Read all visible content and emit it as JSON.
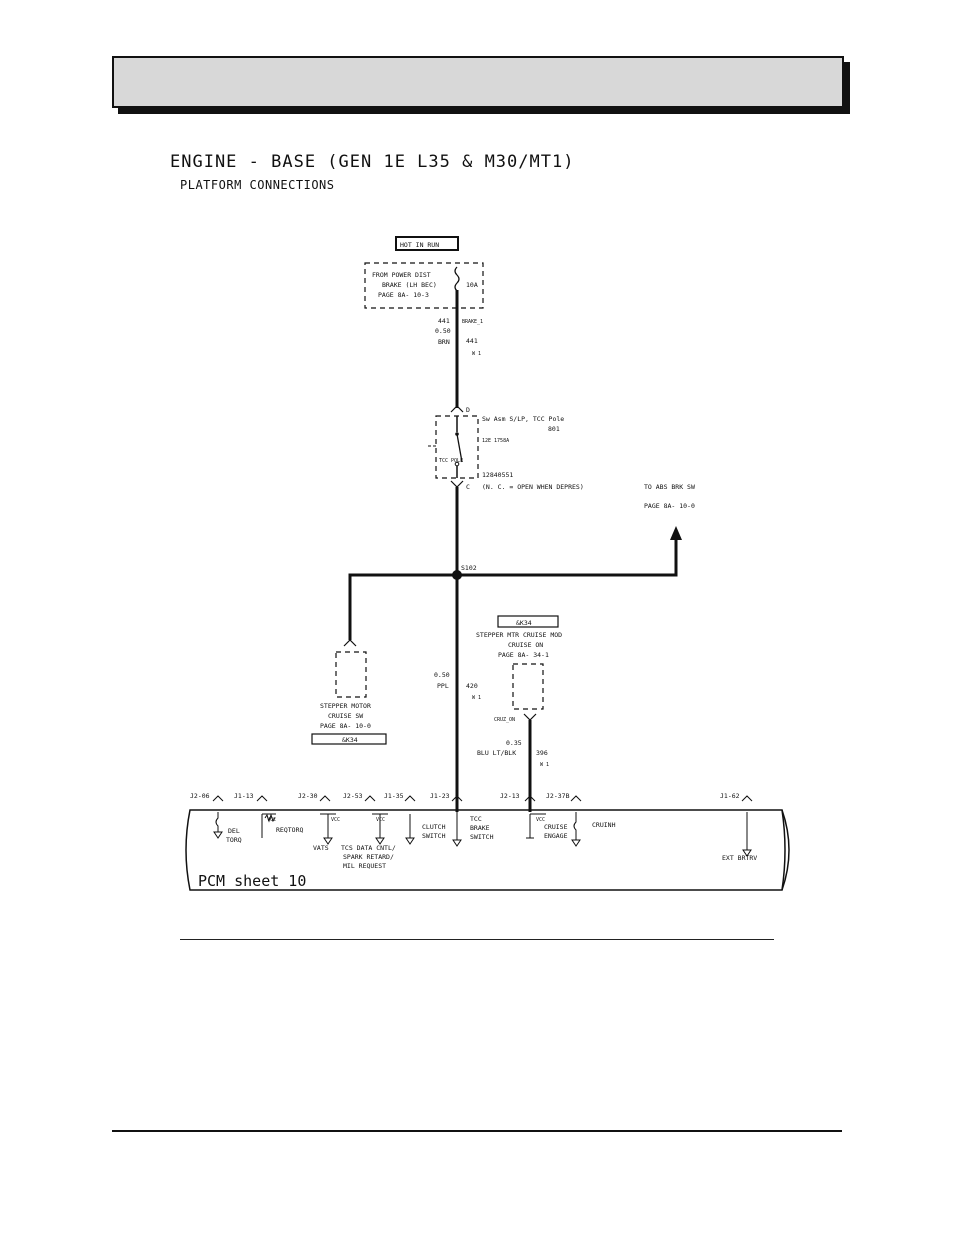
{
  "header": {
    "title": ""
  },
  "title": "ENGINE - BASE (GEN 1E L35 & M30/MT1)",
  "subtitle": "PLATFORM CONNECTIONS",
  "diagram": {
    "hot_in_run": "HOT IN RUN",
    "fuse_box": {
      "line1": "FROM  POWER DIST",
      "line2": "BRAKE (LH BEC)",
      "line3": "PAGE  8A- 10-3",
      "rating": "10A"
    },
    "wire_top": {
      "circuit": "441",
      "gauge": "0.50",
      "color": "BRN",
      "name": "BRAKE_1",
      "num": "441",
      "ref": "W 1"
    },
    "switch": {
      "pin_top": "D",
      "pin_bottom": "C",
      "title": "Sw Asm S/LP, TCC Pole",
      "code": "801",
      "part": "12E  1758A",
      "label": "TCC POLE",
      "partno": "12840551",
      "note": "(N. C. = OPEN WHEN DEPRES)"
    },
    "abs": {
      "line1": "TO ABS BRK SW",
      "line2": "PAGE  8A-  10-0"
    },
    "splice": "S102",
    "stepper_sw": {
      "line1": "STEPPER MOTOR",
      "line2": "CRUISE SW",
      "line3": "PAGE  8A-  10-0",
      "option": "&K34"
    },
    "wire_mid": {
      "gauge": "0.50",
      "color": "PPL",
      "num": "420",
      "ref": "W 1"
    },
    "cruise_mod": {
      "option": "&K34",
      "line1": "STEPPER MTR CRUISE MOD",
      "line2": "CRUISE ON",
      "line3": "PAGE  8A- 34-1",
      "pin": "CRUZ_ON"
    },
    "wire_right": {
      "gauge": "0.35",
      "color": "BLU LT/BLK",
      "num": "396",
      "ref": "W 1"
    },
    "pcm": {
      "label": "PCM sheet  10",
      "pins": [
        "J2-06",
        "J1-13",
        "J2-30",
        "J2-53",
        "J1-35",
        "J1-23",
        "J2-13",
        "J2-37B",
        "J1-62"
      ],
      "vcc": "VCC",
      "labels": {
        "del_torq": [
          "DEL",
          "TORQ"
        ],
        "reqtorq": "REQTORQ",
        "vats": "VATS",
        "tcs": [
          "TCS DATA CNTL/",
          "SPARK RETARD/",
          "MIL REQUEST"
        ],
        "clutch": [
          "CLUTCH",
          "SWITCH"
        ],
        "tcc_brake": [
          "TCC",
          "BRAKE",
          "SWITCH"
        ],
        "cruise_engage": [
          "CRUISE",
          "ENGAGE"
        ],
        "cruinh": "CRUINH",
        "ext_brtrv": "EXT BRTRV"
      }
    }
  }
}
